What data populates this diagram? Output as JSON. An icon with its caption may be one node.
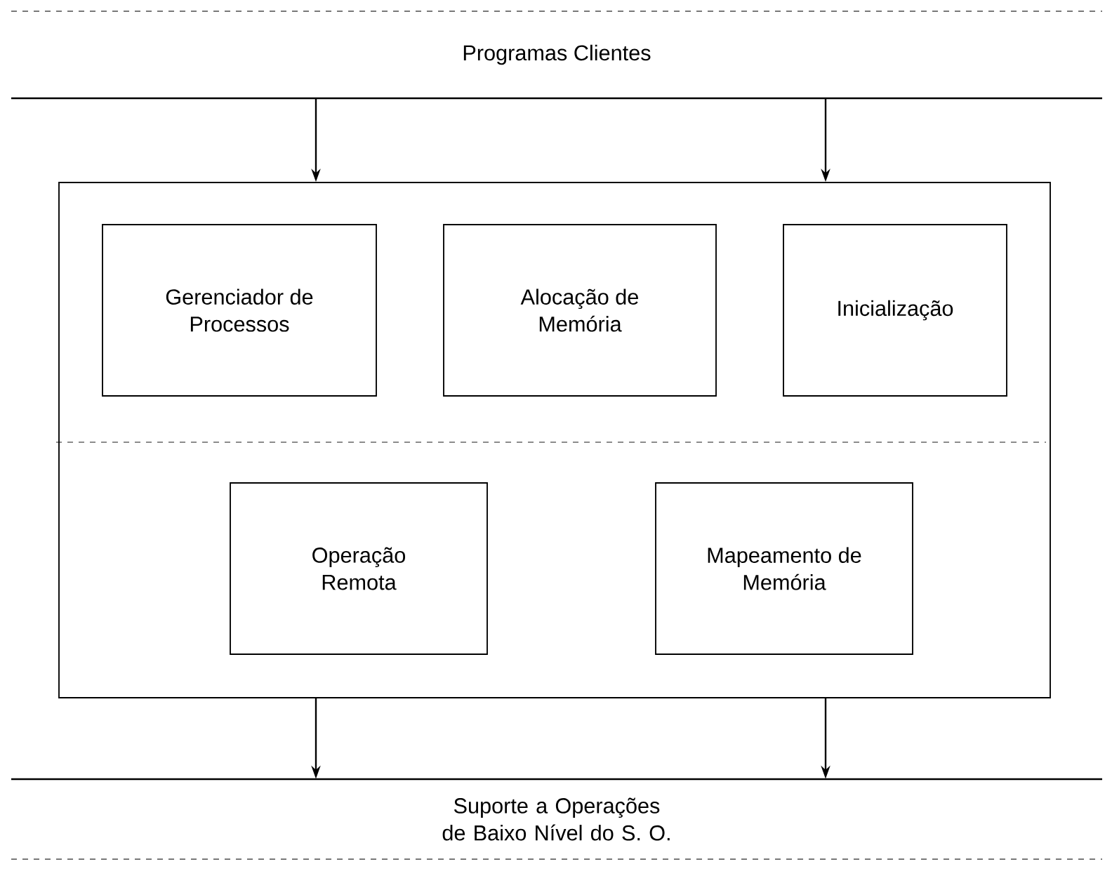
{
  "diagram": {
    "nodes": [
      {
        "text": [
          "Programas Clientes"
        ]
      },
      {
        "text": [],
        "shape": "box"
      },
      {
        "text": [
          "Gerenciador de Processos"
        ],
        "in": 1
      },
      {
        "text": [
          "Alocação de Memória"
        ],
        "in": 1
      },
      {
        "text": [
          "Inicialização"
        ],
        "in": 1
      },
      {
        "text": [
          "Operação Remota"
        ],
        "in": 1
      },
      {
        "text": [
          "Mapeamento de Memória"
        ],
        "in": 1
      },
      {
        "text": [
          "Suporte a Operações de Baixo Nível do S. O."
        ]
      }
    ],
    "edges": [
      {
        "from": 0,
        "to": 1,
        "arrow": "to"
      },
      {
        "from": 0,
        "to": 1,
        "arrow": "to"
      },
      {
        "from": 1,
        "to": 7,
        "arrow": "to"
      },
      {
        "from": 1,
        "to": 7,
        "arrow": "to"
      }
    ]
  }
}
